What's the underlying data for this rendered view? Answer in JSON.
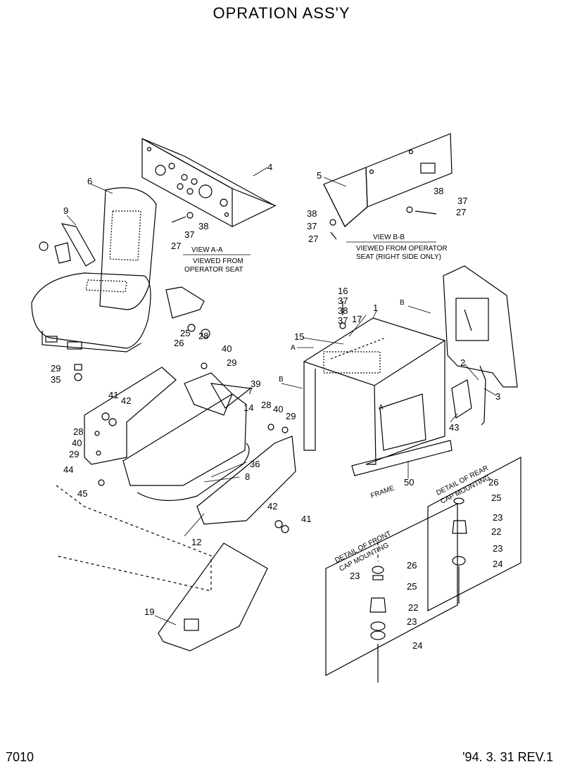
{
  "title": "OPRATION ASS'Y",
  "footer": {
    "page_code": "7010",
    "revision": "'94. 3. 31 REV.1"
  },
  "captions": {
    "view_a_title": "VIEW A-A",
    "view_a_line1": "VIEWED FROM",
    "view_a_line2": "OPERATOR SEAT",
    "view_b_title": "VIEW B-B",
    "view_b_line1": "VIEWED FROM OPERATOR",
    "view_b_line2": "SEAT (RIGHT SIDE ONLY)",
    "frame": "FRAME",
    "front_line1": "DETAIL OF FRONT",
    "front_line2": "CAP MOUNTING",
    "rear_line1": "DETAIL OF REAR",
    "rear_line2": "CAP MOUNTING",
    "arrow_a": "A",
    "arrow_b": "B"
  },
  "part_labels": [
    "1",
    "2",
    "3",
    "4",
    "5",
    "6",
    "7",
    "8",
    "9",
    "12",
    "14",
    "15",
    "16",
    "17",
    "19",
    "22",
    "23",
    "24",
    "25",
    "26",
    "27",
    "28",
    "29",
    "35",
    "36",
    "37",
    "38",
    "39",
    "40",
    "41",
    "42",
    "43",
    "44",
    "45",
    "50"
  ]
}
